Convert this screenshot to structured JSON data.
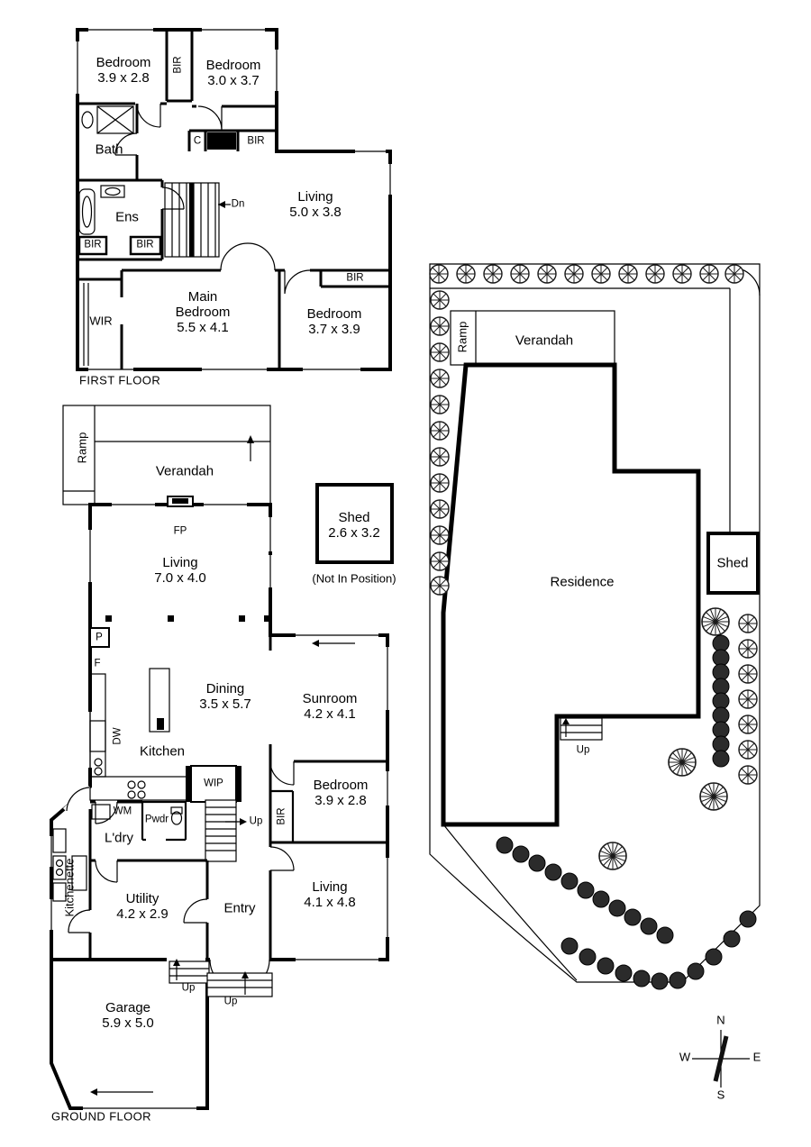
{
  "first_floor": {
    "caption": "FIRST FLOOR",
    "bedroom1_name": "Bedroom",
    "bedroom1_dims": "3.9 x 2.8",
    "bir_top": "BIR",
    "bedroom2_name": "Bedroom",
    "bedroom2_dims": "3.0 x 3.7",
    "bath": "Bath",
    "closet_c": "C",
    "bir_closet": "BIR",
    "living_name": "Living",
    "living_dims": "5.0 x 3.8",
    "ens": "Ens",
    "stairs_dn": "Dn",
    "bir_left_1": "BIR",
    "bir_left_2": "BIR",
    "main_bedroom_name": "Main Bedroom",
    "main_bedroom_dims": "5.5 x 4.1",
    "wir": "WIR",
    "bedroom3_name": "Bedroom",
    "bedroom3_dims": "3.7 x 3.9",
    "bir_right": "BIR"
  },
  "ground_floor": {
    "caption": "GROUND FLOOR",
    "ramp": "Ramp",
    "verandah": "Verandah",
    "fireplace": "FP",
    "living1_name": "Living",
    "living1_dims": "7.0 x 4.0",
    "shed_name": "Shed",
    "shed_dims": "2.6 x 3.2",
    "shed_note": "(Not In Position)",
    "pantry": "P",
    "fridge": "F",
    "dining_name": "Dining",
    "dining_dims": "3.5 x 5.7",
    "sunroom_name": "Sunroom",
    "sunroom_dims": "4.2 x 4.1",
    "dishwasher": "DW",
    "kitchen": "Kitchen",
    "washing_machine": "WM",
    "walk_in_pantry": "WIP",
    "powder": "Pwdr",
    "stairs_up": "Up",
    "bir": "BIR",
    "bedroom_name": "Bedroom",
    "bedroom_dims": "3.9 x 2.8",
    "laundry": "L'dry",
    "kitchenette": "Kitchenette",
    "utility_name": "Utility",
    "utility_dims": "4.2 x 2.9",
    "entry": "Entry",
    "living2_name": "Living",
    "living2_dims": "4.1 x 4.8",
    "garage_steps_up": "Up",
    "entry_steps_up": "Up",
    "garage_name": "Garage",
    "garage_dims": "5.9 x 5.0"
  },
  "site": {
    "ramp": "Ramp",
    "verandah": "Verandah",
    "residence": "Residence",
    "shed": "Shed",
    "steps_up": "Up"
  },
  "compass": {
    "north": "N",
    "east": "E",
    "south": "S",
    "west": "W"
  },
  "colors": {
    "ink": "#000000",
    "hedge": "#2b2b2b"
  }
}
